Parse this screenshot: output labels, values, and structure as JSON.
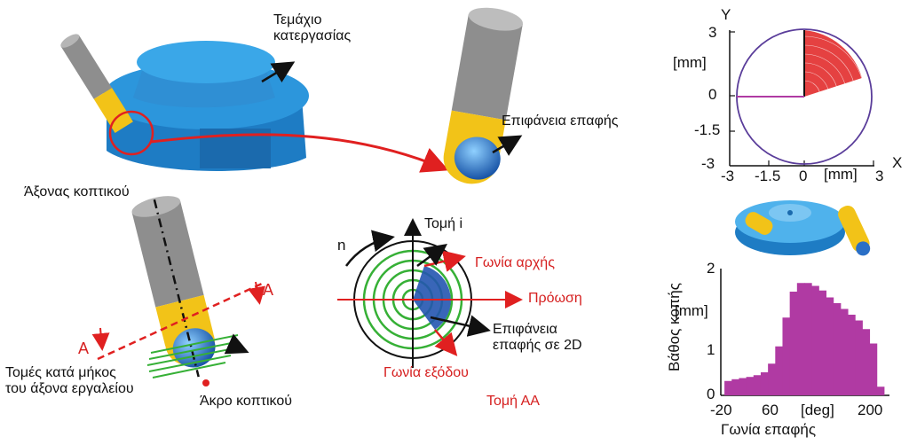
{
  "labels": {
    "workpiece": "Τεμάχιο\nκατεργασίας",
    "contact_surface": "Επιφάνεια επαφής",
    "tool_axis": "Άξονας κοπτικού",
    "section_i": "Τομή i",
    "start_angle": "Γωνία αρχής",
    "feed": "Πρόωση",
    "contact_2d": "Επιφάνεια\nεπαφής σε 2D",
    "exit_angle": "Γωνία εξόδου",
    "section_aa": "Τομή ΑΑ",
    "sections_along": "Τομές κατά μήκος\nτου άξονα εργαλείου",
    "tool_tip": "Άκρο κοπτικού",
    "marker_a": "A",
    "n": "n"
  },
  "top_plot": {
    "y_axis": "Y",
    "x_axis": "X",
    "unit": "[mm]",
    "y_ticks": [
      "3",
      "0",
      "-1.5",
      "-3"
    ],
    "x_ticks": [
      "-3",
      "-1.5",
      "0",
      "3"
    ]
  },
  "bottom_plot": {
    "ylabel": "Βάθος κοπής",
    "xlabel": "Γωνία επαφής",
    "y_unit": "[mm]",
    "x_unit": "[deg]",
    "y_ticks": [
      "2",
      "1",
      "0"
    ],
    "x_ticks": [
      "-20",
      "60",
      "200"
    ]
  },
  "chart_data": {
    "type": "bar",
    "x": [
      -10,
      0,
      10,
      20,
      30,
      40,
      50,
      60,
      70,
      80,
      90,
      100,
      110,
      120,
      130,
      140,
      150,
      160,
      170,
      180,
      190,
      200
    ],
    "values": [
      0.25,
      0.28,
      0.3,
      0.32,
      0.35,
      0.4,
      0.55,
      0.85,
      1.35,
      1.8,
      1.95,
      1.95,
      1.9,
      1.82,
      1.7,
      1.6,
      1.5,
      1.4,
      1.3,
      1.15,
      0.9,
      0.15
    ],
    "xlim": [
      -20,
      210
    ],
    "ylim": [
      0,
      2.2
    ],
    "color": "#b03aa3"
  },
  "colors": {
    "blue": "#2a8fd6",
    "yellow": "#f2c318",
    "gray": "#8e8e8e",
    "red": "#e02020",
    "green": "#36b036",
    "purple": "#5a3d9a"
  }
}
